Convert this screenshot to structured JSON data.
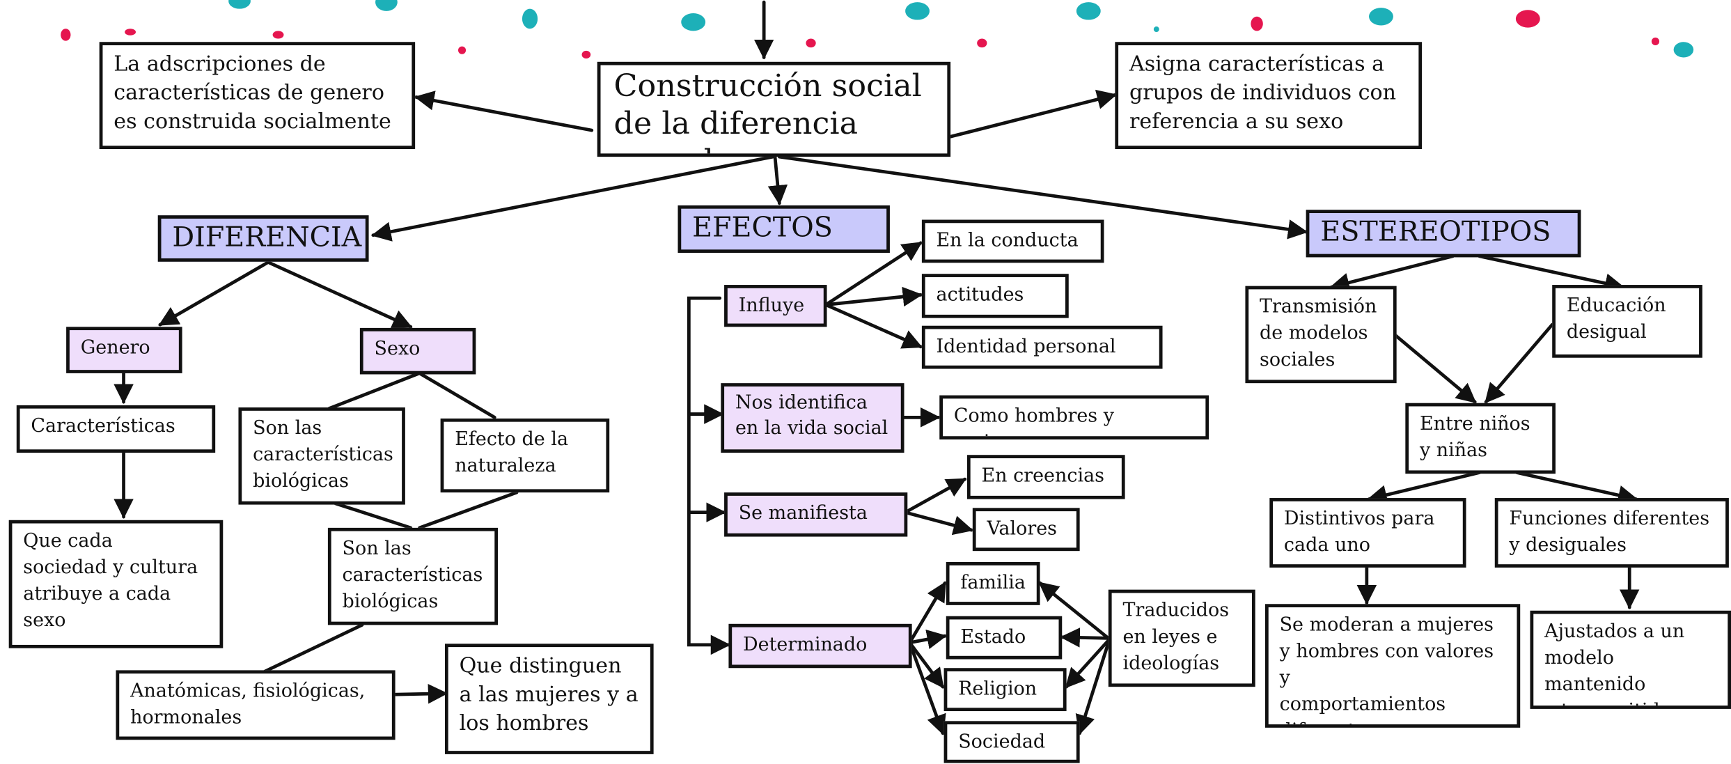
{
  "colors": {
    "teal": "#1db0b8",
    "crimson": "#e5164f",
    "header_fill": "#c9c9fb",
    "node_fill": "#efdefb",
    "line": "#111111"
  },
  "root": "Construcción social\nde la diferencia sexual",
  "top_left_note": "La adscripciones de\ncaracterísticas de genero\nes construida socialmente",
  "top_right_note": "Asigna características a\ngrupos de individuos con\nreferencia a su sexo",
  "diferencia": {
    "title": "DIFERENCIA",
    "genero": "Genero",
    "sexo": "Sexo",
    "caracteristicas": "Características",
    "que_cada": "Que cada\nsociedad y cultura\natribuye a cada\nsexo",
    "son_las_1": "Son las\ncaracterísticas\nbiológicas",
    "efecto": "Efecto de la\nnaturaleza",
    "son_las_2": "Son las\ncaracterísticas\nbiológicas",
    "anatomicas": "Anatómicas, fisiológicas,\nhormonales",
    "que_distinguen": "Que distinguen\na las mujeres y a\nlos hombres"
  },
  "efectos": {
    "title": "EFECTOS",
    "influye": "Influye",
    "en_la_conducta": "En la conducta",
    "actitudes": "actitudes",
    "identidad": "Identidad personal",
    "nos_identifica": "Nos identifica\nen la vida social",
    "como_hombres": "Como hombres y mujeres",
    "se_manifiesta": "Se manifiesta",
    "en_creencias": "En creencias",
    "valores": "Valores",
    "determinado": "Determinado",
    "familia": "familia",
    "estado": "Estado",
    "religion": "Religion",
    "sociedad": "Sociedad",
    "traducidos": "Traducidos\nen leyes e\nideologías"
  },
  "estereotipos": {
    "title": "ESTEREOTIPOS",
    "transmision": "Transmisión\nde modelos\nsociales",
    "educacion": "Educación\ndesigual",
    "entre": "Entre niños\ny niñas",
    "distintivos": "Distintivos para\ncada uno",
    "funciones": "Funciones diferentes\ny desiguales",
    "se_moderan": "Se moderan a mujeres\ny hombres con valores y\ncomportamientos\ndiferentes",
    "ajustados": "Ajustados a un\nmodelo mantenido\ny transmitido"
  }
}
